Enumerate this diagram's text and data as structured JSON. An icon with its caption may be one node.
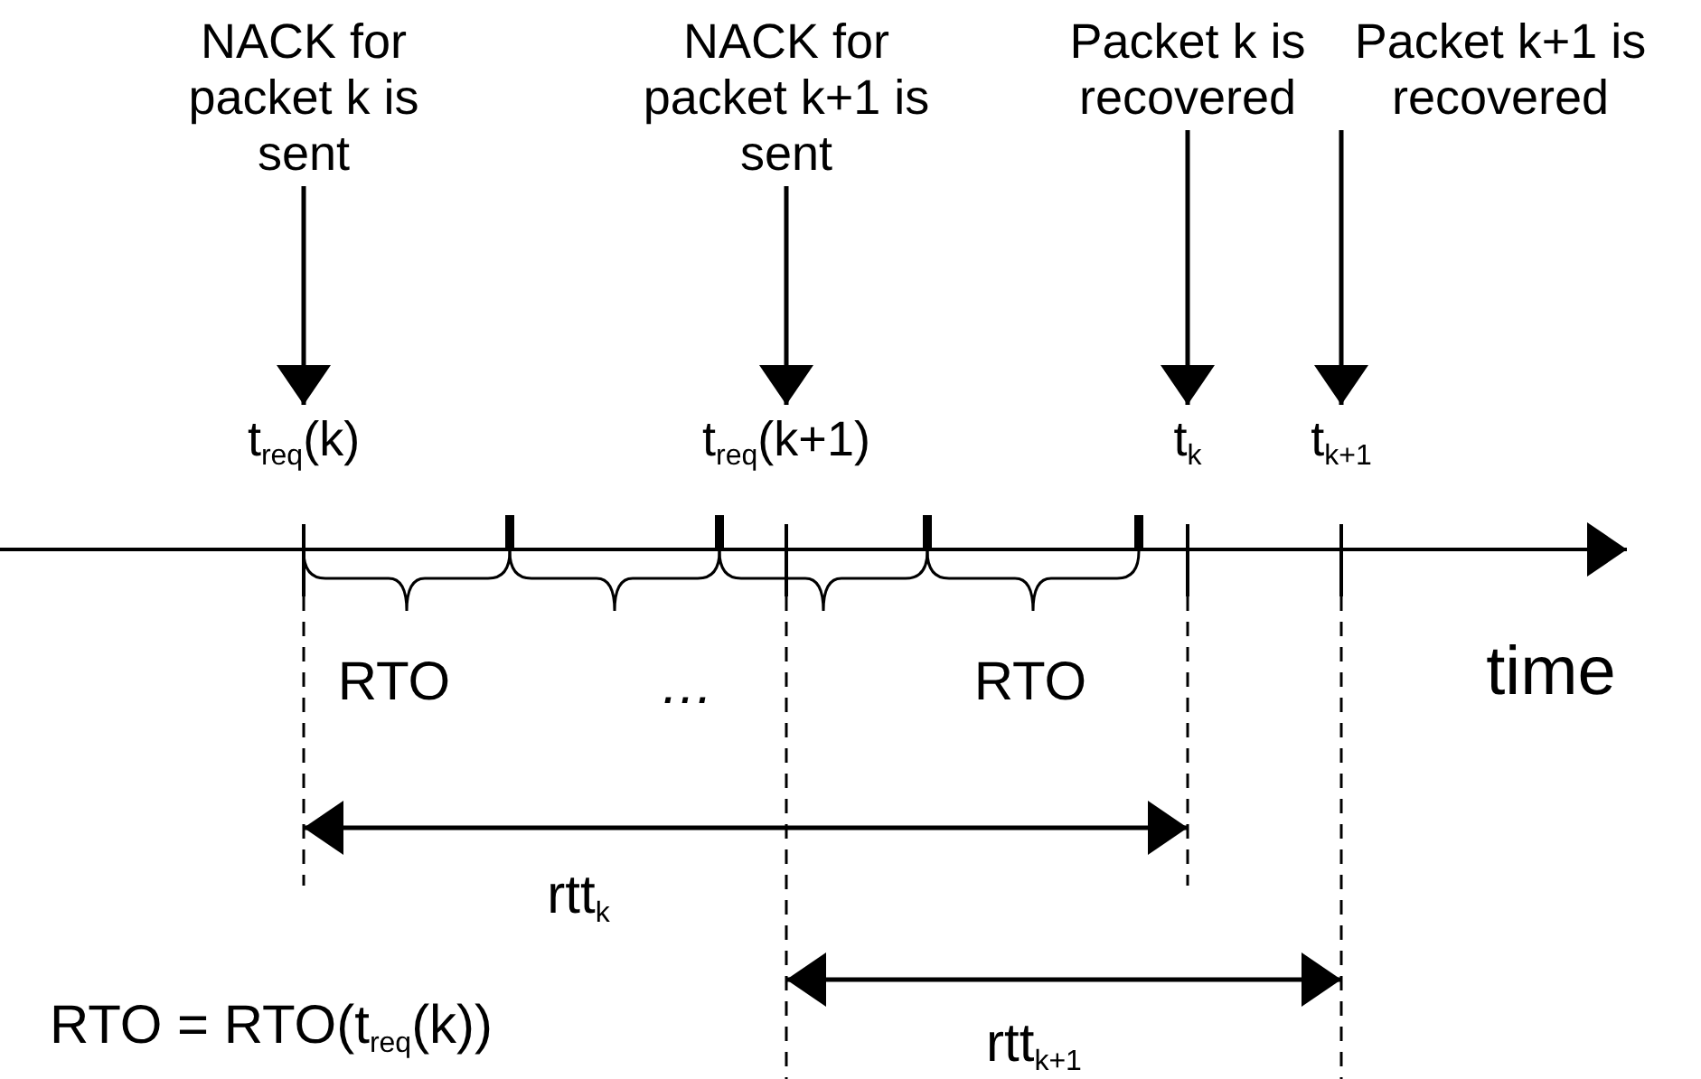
{
  "diagram": {
    "nodes": [
      {
        "text": [
          "NACK for packet k is sent"
        ]
      },
      {
        "text": [
          "t$_{req}$(k)"
        ]
      },
      {
        "text": [
          "NACK for packet k+1 is sent"
        ]
      },
      {
        "text": [
          "t$_{req}$(k+1)"
        ]
      },
      {
        "text": [
          "Packet k is recovered"
        ]
      },
      {
        "text": [
          "t$_{k}$"
        ]
      },
      {
        "text": [
          "Packet k+1 is recovered"
        ]
      },
      {
        "text": [
          "t$_{k+1}$"
        ]
      }
    ],
    "edges": [
      {
        "from": 0,
        "to": 1,
        "arrow": "to"
      },
      {
        "from": 2,
        "to": 3,
        "arrow": "to"
      },
      {
        "from": 4,
        "to": 5,
        "arrow": "to"
      },
      {
        "from": 6,
        "to": 7,
        "arrow": "to"
      }
    ],
    "labels": [
      "time",
      "RTO",
      "…",
      "RTO",
      "rtt$_{k}$",
      "rtt$_{k+1}$",
      "RTO = RTO(t$_{req}$(k))"
    ]
  }
}
